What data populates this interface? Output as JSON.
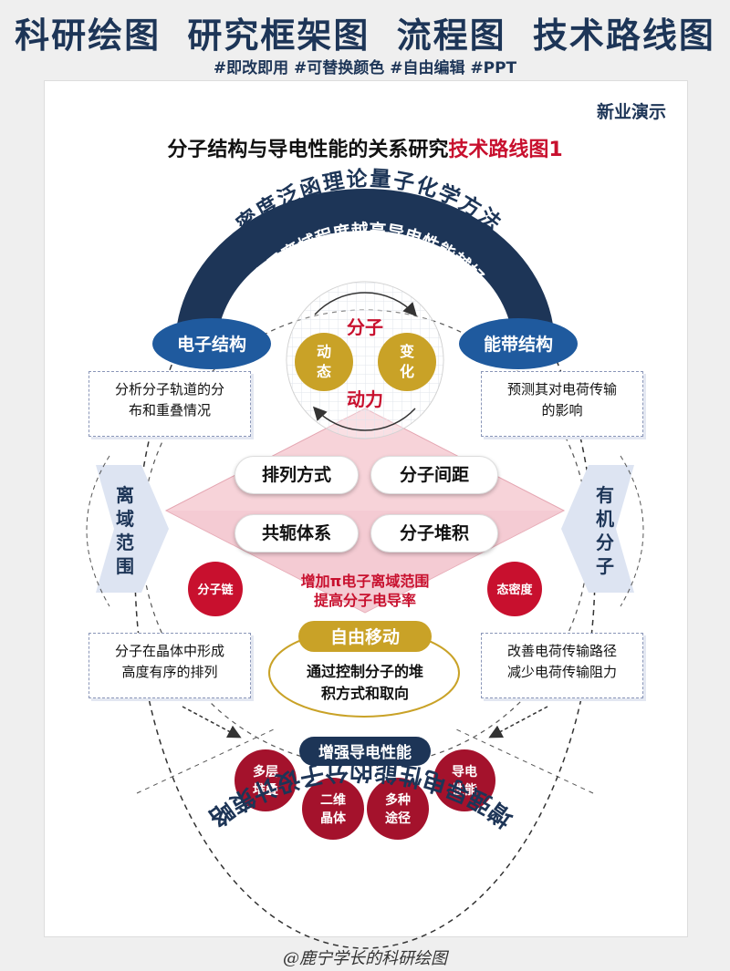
{
  "banner": {
    "title": "科研绘图  研究框架图  流程图  技术路线图",
    "tags": "#即改即用 #可替换颜色 #自由编辑 #PPT"
  },
  "brand": "新业演示",
  "title": {
    "main": "分子结构与导电性能的关系研究",
    "highlight": "技术路线图1"
  },
  "arc_text_outer": "密度泛函理论量子化学方法",
  "arc_text_inner": "电子离域程度越高导电性能越好",
  "bottom_arc_text": "增强导电性能的分子设计策略",
  "left_pill": "电子结构",
  "right_pill": "能带结构",
  "center": {
    "top": "分子",
    "bottom": "动力",
    "left_circle": [
      "动",
      "态"
    ],
    "right_circle": [
      "变",
      "化"
    ]
  },
  "left_box_1": [
    "分析分子轨道的分",
    "布和重叠情况"
  ],
  "right_box_1": [
    "预测其对电荷传输",
    "的影响"
  ],
  "diamond_items": [
    "排列方式",
    "分子间距",
    "共轭体系",
    "分子堆积"
  ],
  "diamond_text": [
    "增加π电子离域范围",
    "提高分子电导率"
  ],
  "left_vertical": [
    "离",
    "域",
    "范",
    "围"
  ],
  "right_vertical": [
    "有",
    "机",
    "分",
    "子"
  ],
  "left_badge": "分子链",
  "right_badge": "态密度",
  "free_move": {
    "label": "自由移动",
    "text": [
      "通过控制分子的堆",
      "积方式和取向"
    ]
  },
  "left_box_2": [
    "分子在晶体中形成",
    "高度有序的排列"
  ],
  "right_box_2": [
    "改善电荷传输路径",
    "减少电荷传输阻力"
  ],
  "enhance_label": "增强导电性能",
  "bottom_circles": [
    [
      "多层",
      "堆叠"
    ],
    [
      "二维",
      "晶体"
    ],
    [
      "多种",
      "途径"
    ],
    [
      "导电",
      "性能"
    ]
  ],
  "footer": "@鹿宁学长的科研绘图",
  "colors": {
    "navy": "#1d3557",
    "red": "#c8102e",
    "gold": "#c9a227",
    "pink": "#f2c6ce"
  }
}
